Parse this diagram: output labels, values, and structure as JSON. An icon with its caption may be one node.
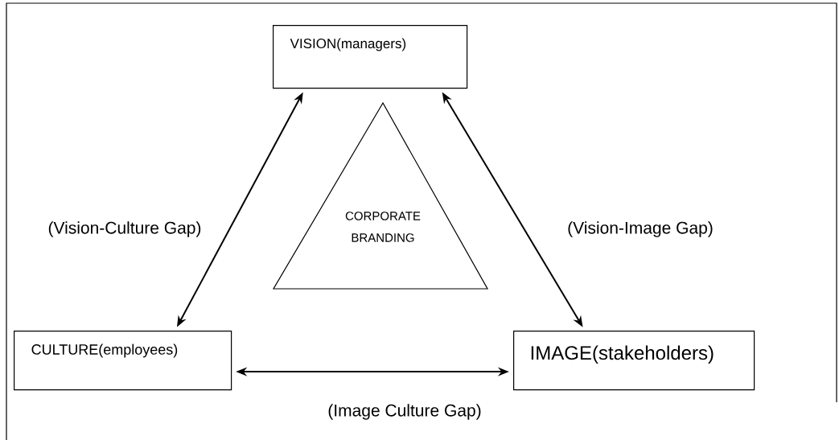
{
  "diagram": {
    "nodes": [
      {
        "text": [
          "VISION(managers)"
        ]
      },
      {
        "text": [
          "CORPORATE BRANDING"
        ]
      },
      {
        "text": [
          "CULTURE(employees)"
        ]
      },
      {
        "text": [
          "IMAGE(stakeholders)"
        ]
      }
    ],
    "edges": [
      {
        "from": 2,
        "to": 0,
        "arrow": "both",
        "label": "(Vision-Culture Gap)"
      },
      {
        "from": 0,
        "to": 3,
        "arrow": "both",
        "label": "(Vision-Image Gap)"
      },
      {
        "from": 2,
        "to": 3,
        "arrow": "both",
        "label": "(Image Culture Gap)"
      }
    ]
  }
}
